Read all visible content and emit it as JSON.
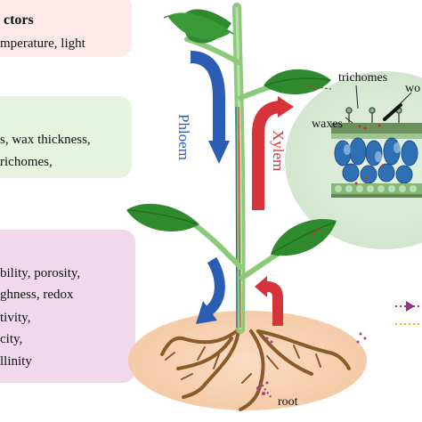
{
  "box1": {
    "heading": "ctors",
    "line": "mperature,  light"
  },
  "box2": {
    "lines": [
      "s,  wax thickness,",
      "richomes,"
    ]
  },
  "box3": {
    "lines": [
      "bility,  porosity,",
      "ghness,  redox",
      "tivity,",
      "city,",
      "llinity"
    ]
  },
  "plant": {
    "phloem_label": "Phloem",
    "xylem_label": "Xylem",
    "root_label": "root"
  },
  "inset": {
    "trichomes_label": "trichomes",
    "waxes_label": "waxes",
    "cutoff_label": "wo"
  },
  "colors": {
    "phloem": "#2b5db4",
    "xylem": "#d6333a",
    "leaf": "#2f8a2e",
    "stem": "#8cc97a",
    "soil": "#f7d4b7",
    "root": "#8b5a2b",
    "inset_bg": "#dcebd8"
  }
}
